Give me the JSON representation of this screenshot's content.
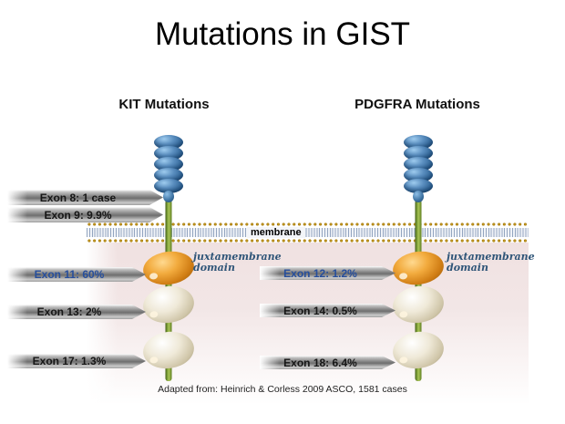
{
  "title": "Mutations in GIST",
  "columns": {
    "kit": {
      "header": "KIT Mutations"
    },
    "pdgfra": {
      "header": "PDGFRA Mutations"
    }
  },
  "membrane": {
    "label": "membrane"
  },
  "juxtamembrane": {
    "line1": "juxtamembrane",
    "line2": "domain"
  },
  "kit_mutations": [
    {
      "label": "Exon 8: 1 case"
    },
    {
      "label": "Exon 9: 9.9%"
    },
    {
      "label": "Exon 11: 60%"
    },
    {
      "label": "Exon 13: 2%"
    },
    {
      "label": "Exon 17: 1.3%"
    }
  ],
  "pdgfra_mutations": [
    {
      "label": "Exon 12: 1.2%"
    },
    {
      "label": "Exon 14: 0.5%"
    },
    {
      "label": "Exon 18: 6.4%"
    }
  ],
  "citation": "Adapted from: Heinrich & Corless 2009 ASCO, 1581 cases",
  "colors": {
    "accent_blue_text": "#274f9c",
    "juxtamembrane_label_blue": "#2f5578",
    "membrane_gold": "#a0760e",
    "receptor_stalk_green": "#7fa039",
    "ig_domain_blue": "#2f6395",
    "juxtamembrane_domain_orange": "#d07d14",
    "kinase_domain_cream": "#cfc5a8",
    "cytoplasm_pink": "#f0e1e1",
    "banner_gray": "#8a8a8a"
  }
}
